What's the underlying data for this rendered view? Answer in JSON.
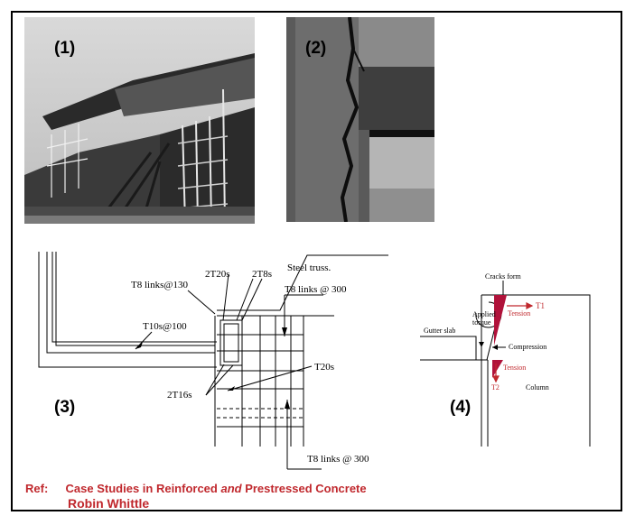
{
  "panels": {
    "p1": "(1)",
    "p2": "(2)",
    "p3": "(3)",
    "p4": "(4)"
  },
  "detail3": {
    "steel_truss": "Steel truss.",
    "t8_links_130": "T8 links@130",
    "t20s_pair": "2T20s",
    "t8s_pair": "2T8s",
    "t8_links_300_top": "T8 links @ 300",
    "t10s_100": "T10s@100",
    "t20s": "T20s",
    "t16s_pair": "2T16s",
    "t8_links_300_bottom": "T8 links @ 300"
  },
  "detail4": {
    "cracks_form": "Cracks form",
    "t1": "T1",
    "tension_top": "Tension",
    "applied": "Applied",
    "torque": "torque",
    "gutter_slab": "Gutter slab",
    "compression": "Compression",
    "tension_bottom": "Tension",
    "t2": "T2",
    "column": "Column"
  },
  "reference": {
    "prefix": "Ref:",
    "title_part1": "Case Studies in Reinforced ",
    "title_and": "and",
    "title_part2": " Prestressed Concrete",
    "author": "Robin Whittle"
  },
  "colors": {
    "accent_red": "#c0282d",
    "tension_fill": "#b0123a"
  }
}
